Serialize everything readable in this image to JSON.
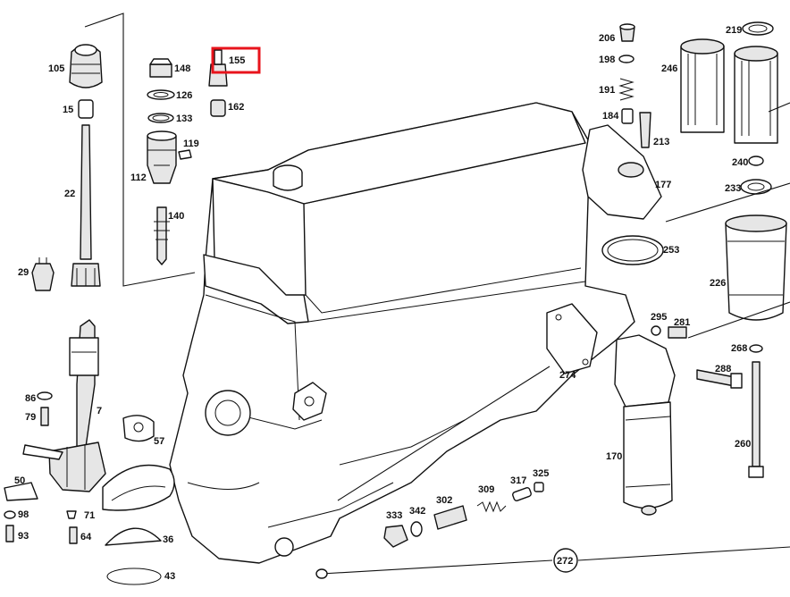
{
  "labels": {
    "p105": "105",
    "p15": "15",
    "p22": "22",
    "p29": "29",
    "p148": "148",
    "p126": "126",
    "p133": "133",
    "p119": "119",
    "p112": "112",
    "p140": "140",
    "p155": "155",
    "p162": "162",
    "p86": "86",
    "p79": "79",
    "p7": "7",
    "p57": "57",
    "p50": "50",
    "p98": "98",
    "p71": "71",
    "p93": "93",
    "p64": "64",
    "p36": "36",
    "p43": "43",
    "p206": "206",
    "p198": "198",
    "p191": "191",
    "p184": "184",
    "p213": "213",
    "p177": "177",
    "p219": "219",
    "p246": "246",
    "p240": "240",
    "p233": "233",
    "p253": "253",
    "p226": "226",
    "p295": "295",
    "p281": "281",
    "p274": "274",
    "p268": "268",
    "p288": "288",
    "p170": "170",
    "p260": "260",
    "p333": "333",
    "p342": "342",
    "p302": "302",
    "p309": "309",
    "p317": "317",
    "p325": "325",
    "p272": "272"
  },
  "highlight_label": "155",
  "colors": {
    "highlight": "#e8141c",
    "line": "#111111",
    "fill": "#ffffff",
    "shade": "#e6e6e6"
  }
}
